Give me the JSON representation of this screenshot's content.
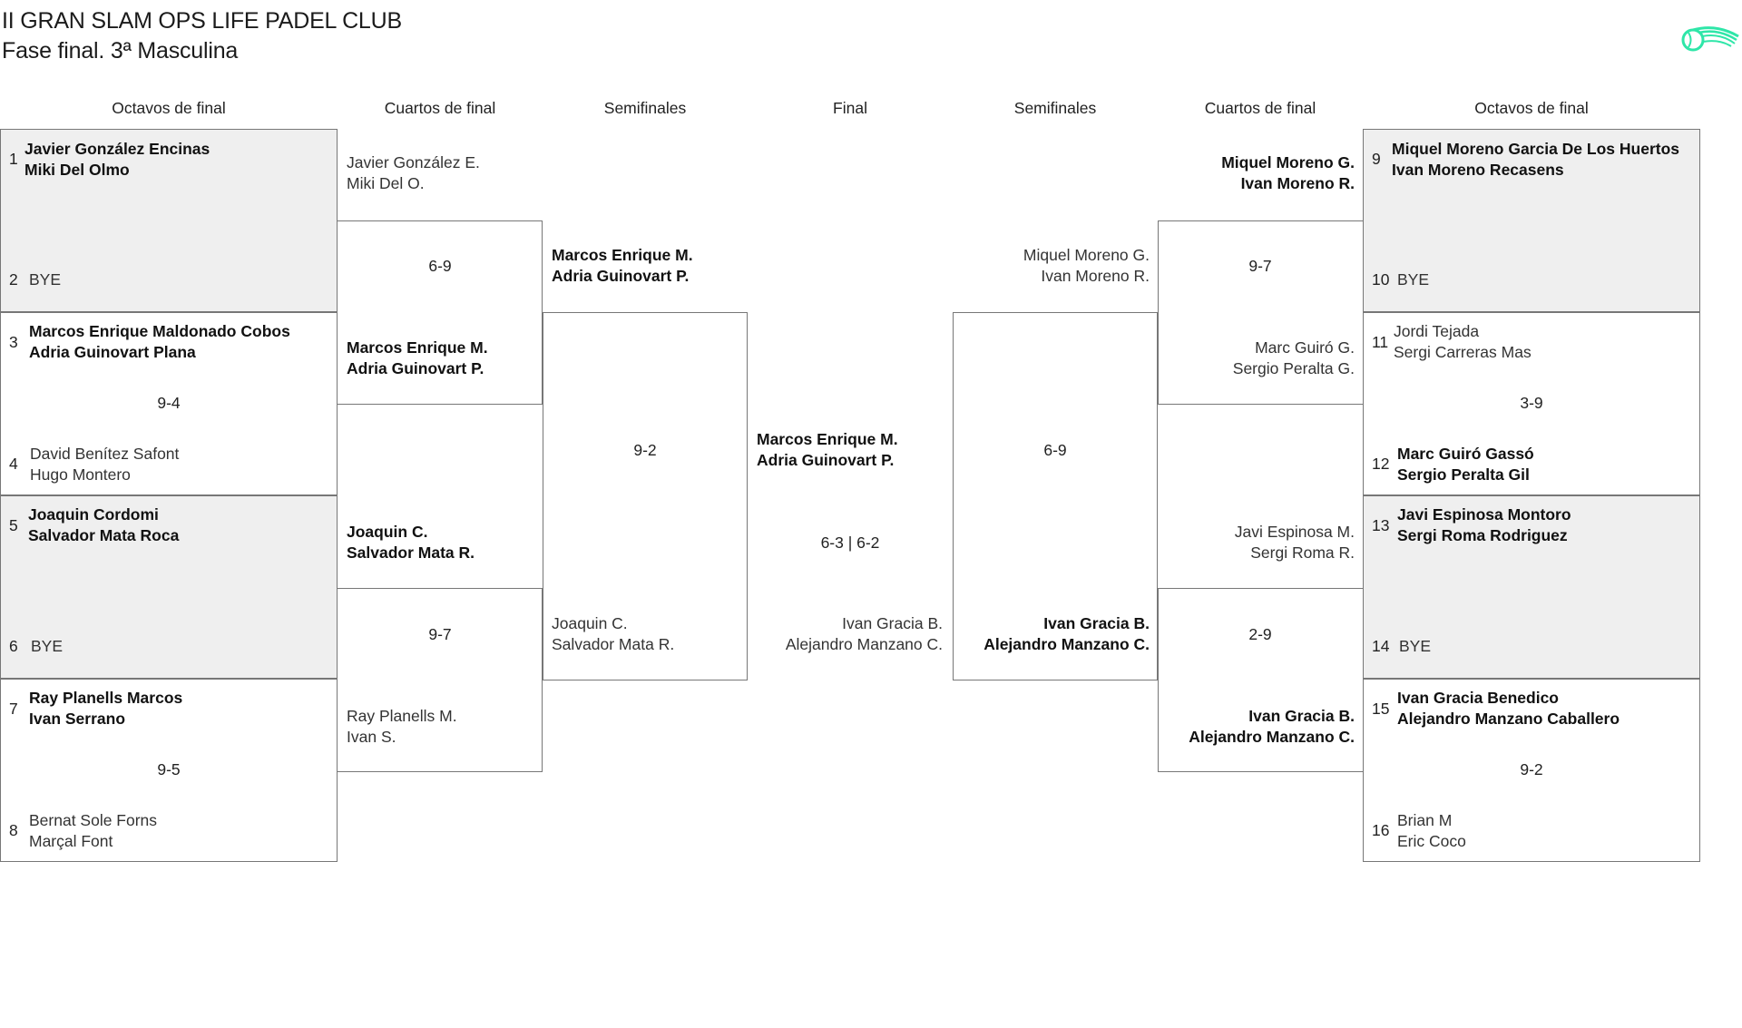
{
  "title": "II GRAN SLAM OPS LIFE PADEL CLUB",
  "subtitle": "Fase final. 3ª Masculina",
  "logo_icon": "padel-ball-logo-icon",
  "accent_color": "#2ee6a8",
  "rounds": {
    "left_r16": "Octavos de final",
    "left_qf": "Cuartos de final",
    "left_sf": "Semifinales",
    "final": "Final",
    "right_sf": "Semifinales",
    "right_qf": "Cuartos de final",
    "right_r16": "Octavos de final"
  },
  "r16_left": [
    {
      "top_seed": "1",
      "top": [
        "Javier González Encinas",
        "Miki Del Olmo"
      ],
      "bottom_seed": "2",
      "bottom": [
        "BYE"
      ],
      "score": ""
    },
    {
      "top_seed": "3",
      "top": [
        "Marcos Enrique Maldonado Cobos",
        "Adria Guinovart Plana"
      ],
      "bottom_seed": "4",
      "bottom": [
        "David Benítez Safont",
        "Hugo Montero"
      ],
      "score": "9-4"
    },
    {
      "top_seed": "5",
      "top": [
        "Joaquin Cordomi",
        "Salvador Mata Roca"
      ],
      "bottom_seed": "6",
      "bottom": [
        "BYE"
      ],
      "score": ""
    },
    {
      "top_seed": "7",
      "top": [
        "Ray Planells Marcos",
        "Ivan Serrano"
      ],
      "bottom_seed": "8",
      "bottom": [
        "Bernat Sole Forns",
        "Marçal Font"
      ],
      "score": "9-5"
    }
  ],
  "r16_right": [
    {
      "top_seed": "9",
      "top": [
        "Miquel Moreno Garcia De Los Huertos",
        "Ivan Moreno Recasens"
      ],
      "bottom_seed": "10",
      "bottom": [
        "BYE"
      ],
      "score": ""
    },
    {
      "top_seed": "11",
      "top": [
        "Jordi Tejada",
        "Sergi Carreras Mas"
      ],
      "bottom_seed": "12",
      "bottom": [
        "Marc Guiró Gassó",
        "Sergio Peralta Gil"
      ],
      "score": "3-9"
    },
    {
      "top_seed": "13",
      "top": [
        "Javi Espinosa Montoro",
        "Sergi Roma Rodriguez"
      ],
      "bottom_seed": "14",
      "bottom": [
        "BYE"
      ],
      "score": ""
    },
    {
      "top_seed": "15",
      "top": [
        "Ivan Gracia Benedico",
        "Alejandro Manzano Caballero"
      ],
      "bottom_seed": "16",
      "bottom": [
        "Brian M",
        "Eric Coco"
      ],
      "score": "9-2"
    }
  ],
  "qf_left": [
    {
      "top": [
        "Javier González E.",
        "Miki Del O."
      ],
      "bottom": [
        "Marcos Enrique M.",
        "Adria Guinovart P."
      ],
      "score": "6-9"
    },
    {
      "top": [
        "Joaquin C.",
        "Salvador Mata R."
      ],
      "bottom": [
        "Ray Planells M.",
        "Ivan S."
      ],
      "score": "9-7"
    }
  ],
  "qf_right": [
    {
      "top": [
        "Miquel Moreno G.",
        "Ivan Moreno R."
      ],
      "bottom": [
        "Marc Guiró G.",
        "Sergio Peralta G."
      ],
      "score": "9-7"
    },
    {
      "top": [
        "Javi Espinosa M.",
        "Sergi Roma R."
      ],
      "bottom": [
        "Ivan Gracia B.",
        "Alejandro Manzano C."
      ],
      "score": "2-9"
    }
  ],
  "sf_left": {
    "top": [
      "Marcos Enrique M.",
      "Adria Guinovart P."
    ],
    "bottom": [
      "Joaquin C.",
      "Salvador Mata R."
    ],
    "score": "9-2"
  },
  "sf_right": {
    "top": [
      "Miquel Moreno G.",
      "Ivan Moreno R."
    ],
    "bottom": [
      "Ivan Gracia B.",
      "Alejandro Manzano C."
    ],
    "score": "6-9"
  },
  "final": {
    "top": [
      "Marcos Enrique M.",
      "Adria Guinovart P."
    ],
    "bottom": [
      "Ivan Gracia B.",
      "Alejandro Manzano C."
    ],
    "score": "6-3 | 6-2"
  }
}
